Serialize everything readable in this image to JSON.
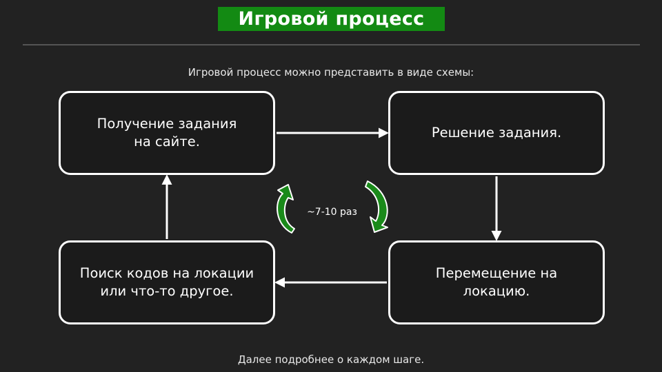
{
  "title": "Игровой процесс",
  "intro": "Игровой процесс можно представить в виде схемы:",
  "steps": [
    "Получение задания\nна сайте.",
    "Решение задания.",
    "Перемещение на\nлокацию.",
    "Поиск кодов на локации\nили что-то другое."
  ],
  "repeat_label": "~7-10 раз",
  "outro": "Далее подробнее о каждом шаге.",
  "colors": {
    "background": "#222222",
    "title_bg": "#138a13",
    "cycle_arrow": "#1a8a1a",
    "box_border": "#ffffff"
  }
}
